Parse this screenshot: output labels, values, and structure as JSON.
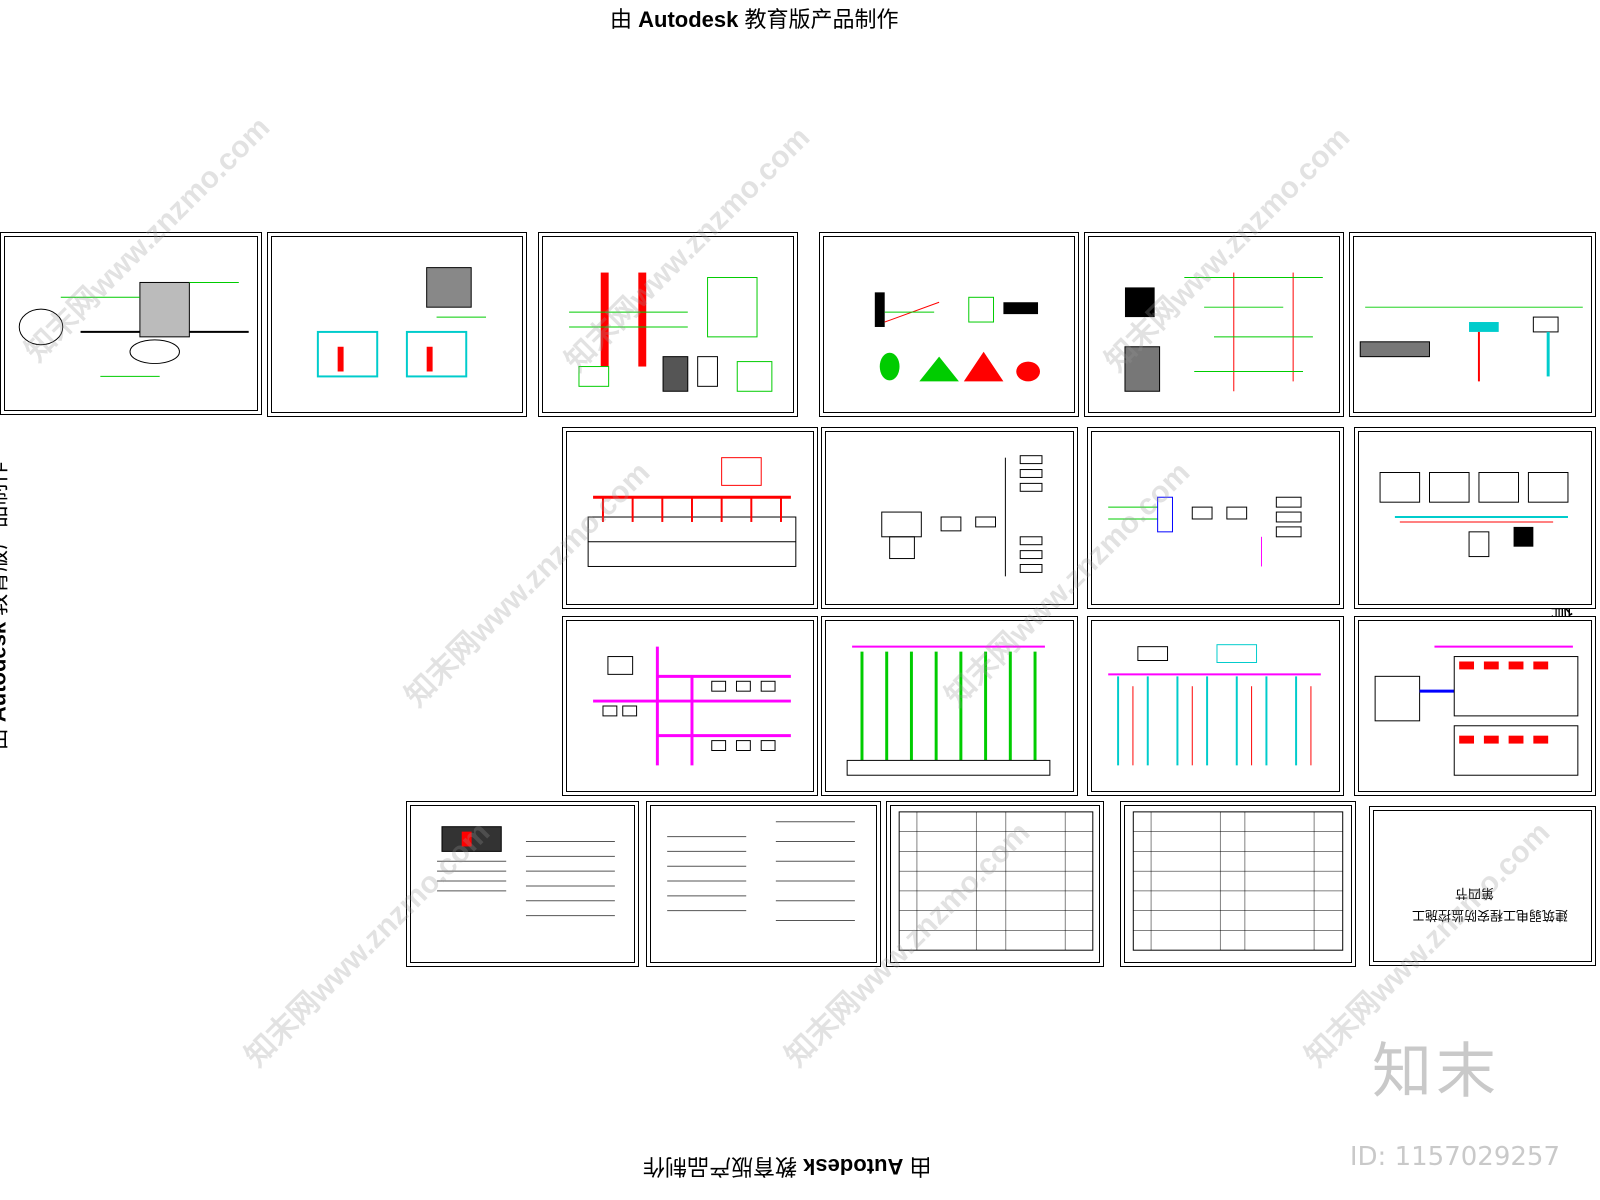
{
  "stamp": {
    "prefix": "由",
    "brand": "Autodesk",
    "suffix": "教育版产品制作"
  },
  "watermark": {
    "site": "知末网www.znzmo.com",
    "brand": "知末",
    "id": "ID: 1157029257"
  },
  "cover": {
    "line1": "第四节",
    "line2": "建筑弱电工程安防监控施工"
  },
  "colors": {
    "line": "#00cc00",
    "accent": "#ff0000",
    "pipe": "#ff00ff",
    "cyan": "#00cccc",
    "ink": "#000000"
  }
}
